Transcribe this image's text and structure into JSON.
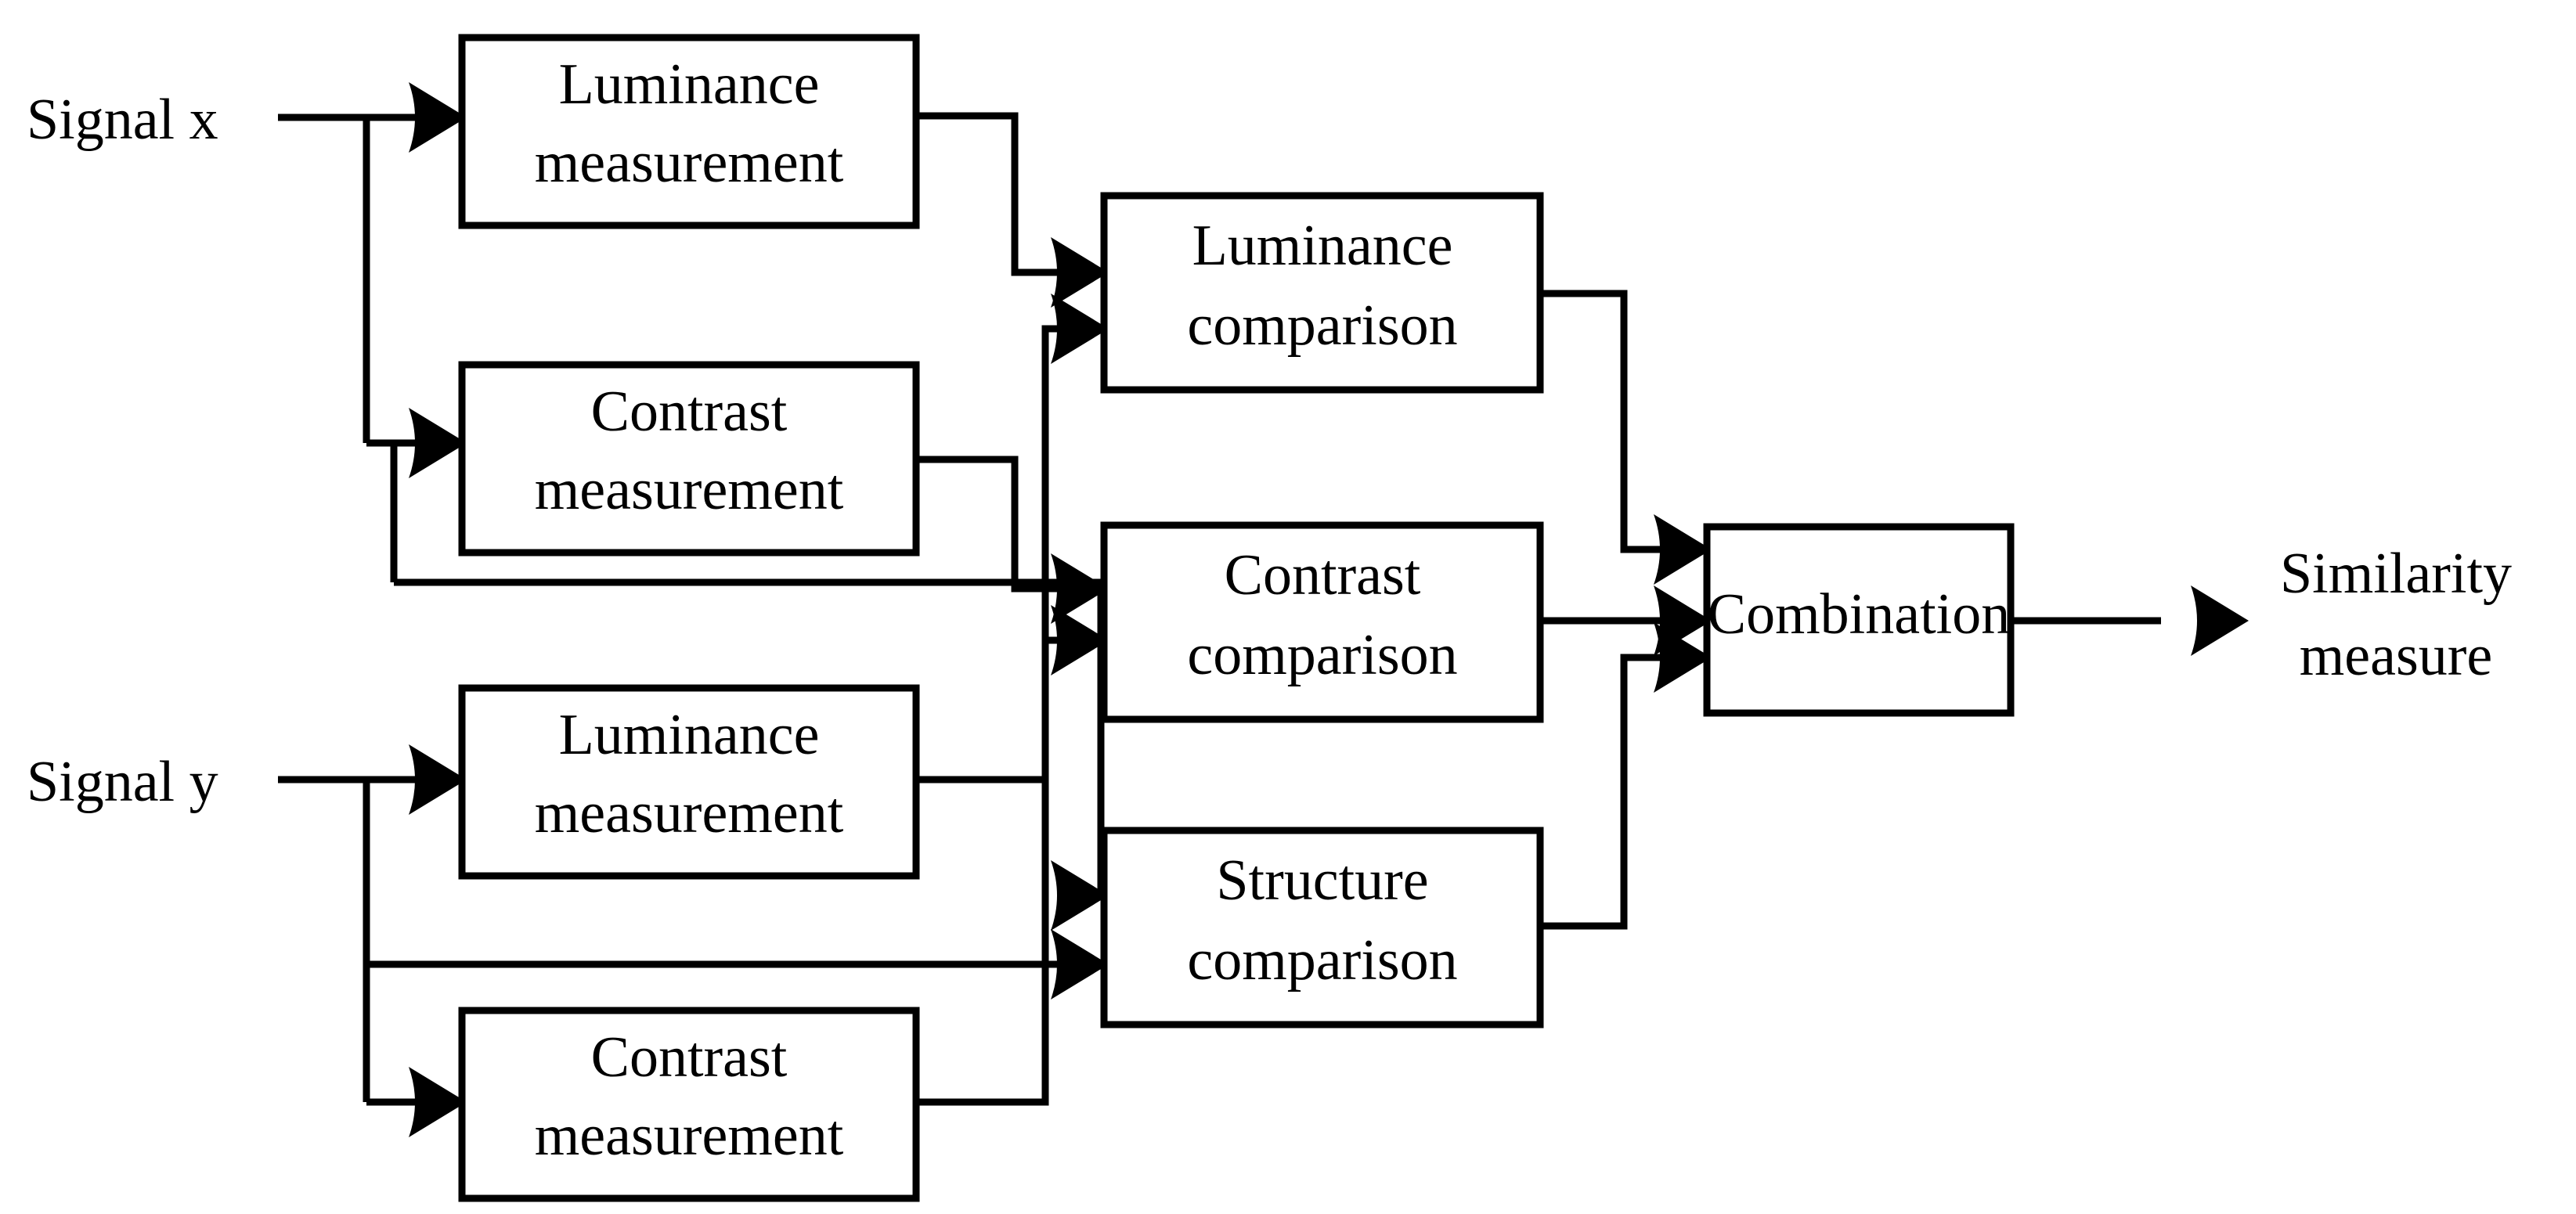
{
  "diagram": {
    "title": "Structural Similarity (SSIM) measurement system block diagram",
    "background_color": "#ffffff",
    "line_color": "#000000",
    "inputs": [
      {
        "id": "signal-x",
        "label": "Signal x"
      },
      {
        "id": "signal-y",
        "label": "Signal y"
      }
    ],
    "outputs": [
      {
        "id": "similarity-measure",
        "line1": "Similarity",
        "line2": "measure"
      }
    ],
    "blocks": [
      {
        "id": "lum-meas-x",
        "line1": "Luminance",
        "line2": "measurement"
      },
      {
        "id": "contr-meas-x",
        "line1": "Contrast",
        "line2": "measurement"
      },
      {
        "id": "lum-meas-y",
        "line1": "Luminance",
        "line2": "measurement"
      },
      {
        "id": "contr-meas-y",
        "line1": "Contrast",
        "line2": "measurement"
      },
      {
        "id": "lum-comp",
        "line1": "Luminance",
        "line2": "comparison"
      },
      {
        "id": "contr-comp",
        "line1": "Contrast",
        "line2": "comparison"
      },
      {
        "id": "struct-comp",
        "line1": "Structure",
        "line2": "comparison"
      },
      {
        "id": "combination",
        "line1": "Combination",
        "line2": ""
      }
    ],
    "connections": [
      "Signal x -> Luminance measurement (x)",
      "Signal x -> Contrast measurement (x)",
      "Signal x -> Structure comparison",
      "Signal y -> Luminance measurement (y)",
      "Signal y -> Contrast measurement (y)",
      "Signal y -> Structure comparison",
      "Luminance measurement (x) -> Luminance comparison",
      "Luminance measurement (y) -> Luminance comparison",
      "Contrast measurement (x) -> Contrast comparison",
      "Contrast measurement (y) -> Contrast comparison",
      "Luminance comparison -> Combination",
      "Contrast comparison -> Combination",
      "Structure comparison -> Combination",
      "Combination -> Similarity measure"
    ]
  }
}
